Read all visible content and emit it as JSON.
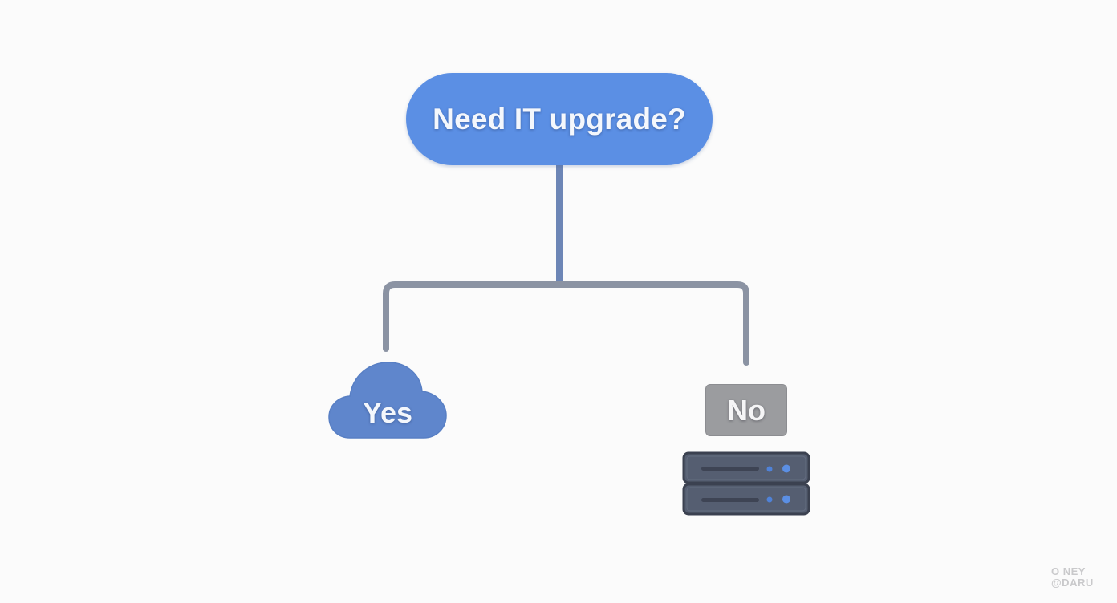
{
  "diagram": {
    "type": "decision-flowchart",
    "decision": {
      "label": "Need IT upgrade?",
      "color": "#5b8fe4"
    },
    "branches": [
      {
        "label": "Yes",
        "shape": "cloud",
        "icon": "cloud-icon",
        "color": "#5f86cc"
      },
      {
        "label": "No",
        "shape": "rounded-rectangle",
        "icon": "server-icon",
        "color": "#9b9c9f"
      }
    ],
    "connector_colors": {
      "stem": "#6d86b6",
      "branch": "#8b93a3"
    },
    "server_icon_colors": {
      "body": "#555e71",
      "outline": "#3b4150",
      "bar": "#3e4454",
      "led": "#5b8fe4"
    }
  },
  "watermark": {
    "line1": "O NEY",
    "line2": "@DARU"
  }
}
